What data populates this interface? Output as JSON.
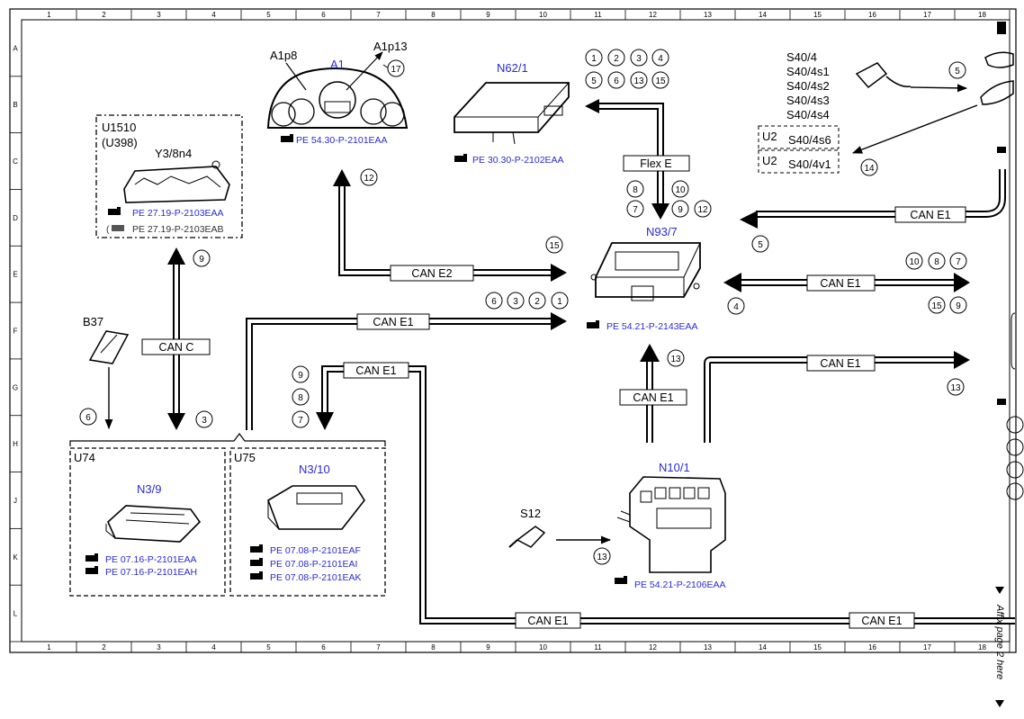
{
  "grid": {
    "columns": [
      "1",
      "2",
      "3",
      "4",
      "5",
      "6",
      "7",
      "8",
      "9",
      "10",
      "11",
      "12",
      "13",
      "14",
      "15",
      "16",
      "17",
      "18"
    ],
    "rows": [
      "A",
      "B",
      "C",
      "D",
      "E",
      "F",
      "G",
      "H",
      "J",
      "K",
      "L"
    ]
  },
  "components": {
    "a1": {
      "code": "A1",
      "p8": "A1p8",
      "p13": "A1p13",
      "ref": "PE 54.30-P-2101EAA"
    },
    "n62_1": {
      "code": "N62/1",
      "ref": "PE 30.30-P-2102EAA"
    },
    "u1510": {
      "code": "U1510",
      "alt": "(U398)",
      "y3": "Y3/8n4",
      "ref1": "PE 27.19-P-2103EAA",
      "ref2": "PE 27.19-P-2103EAB"
    },
    "n93_7": {
      "code": "N93/7",
      "ref": "PE 54.21-P-2143EAA"
    },
    "n10_1": {
      "code": "N10/1",
      "ref": "PE 54.21-P-2106EAA"
    },
    "b37": {
      "code": "B37"
    },
    "s12": {
      "code": "S12"
    },
    "u74": {
      "code": "U74",
      "n": "N3/9",
      "ref1": "PE 07.16-P-2101EAA",
      "ref2": "PE 07.16-P-2101EAH"
    },
    "u75": {
      "code": "U75",
      "n": "N3/10",
      "ref1": "PE 07.08-P-2101EAF",
      "ref2": "PE 07.08-P-2101EAI",
      "ref3": "PE 07.08-P-2101EAK"
    },
    "s40": {
      "items": [
        "S40/4",
        "S40/4s1",
        "S40/4s2",
        "S40/4s3",
        "S40/4s4"
      ],
      "u2a": "U2",
      "s6": "S40/4s6",
      "u2b": "U2",
      "v1": "S40/4v1"
    }
  },
  "buses": {
    "flex_e": "Flex E",
    "can_e2": "CAN E2",
    "can_e1": "CAN E1",
    "can_c": "CAN C"
  },
  "callouts": {
    "n62_group": [
      "1",
      "2",
      "3",
      "4",
      "5",
      "6",
      "13",
      "15"
    ],
    "a1_17": "17",
    "s40_5": "5",
    "s40_14": "14",
    "up_12": "12",
    "flex_left": [
      "8",
      "7"
    ],
    "flex_right": [
      "10",
      "9",
      "12"
    ],
    "canc_9": "9",
    "canc_3": "3",
    "b37_6": "6",
    "n93_15": "15",
    "e1_feed": [
      "6",
      "3",
      "2",
      "1"
    ],
    "right_5": "5",
    "right_top": [
      "10",
      "8",
      "7"
    ],
    "right_bottom": [
      "15",
      "9"
    ],
    "left_4": "4",
    "n10_13": "13",
    "right_13": "13",
    "n3_10": [
      "9",
      "8",
      "7"
    ],
    "s12_13": "13"
  },
  "side_note": "Affix page 2 here"
}
